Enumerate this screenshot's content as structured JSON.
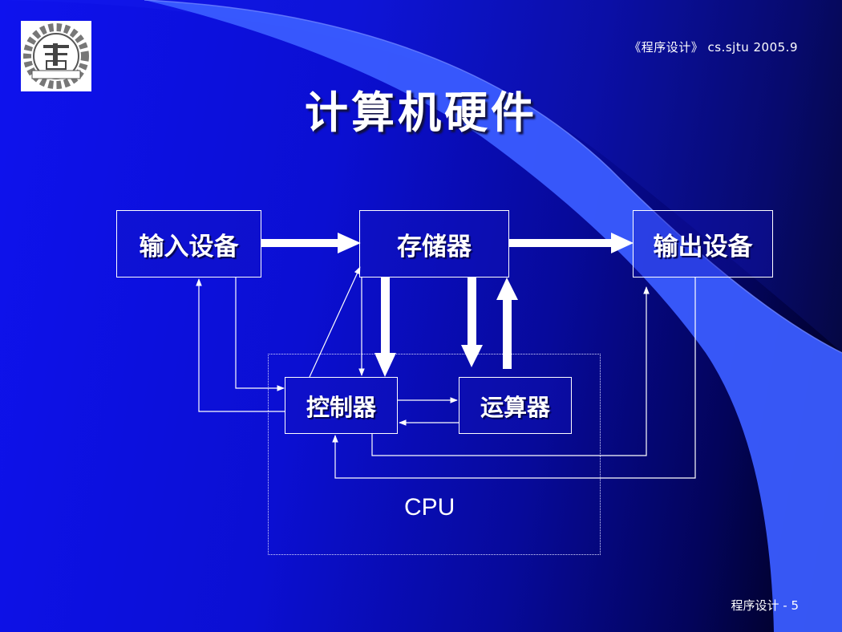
{
  "header": {
    "course_note": "《程序设计》 cs.sjtu  2005.9"
  },
  "title": "计算机硬件",
  "nodes": {
    "input": "输入设备",
    "memory": "存储器",
    "output": "输出设备",
    "controller": "控制器",
    "alu": "运算器"
  },
  "cpu_label": "CPU",
  "footer": {
    "page": "程序设计 - 5"
  },
  "colors": {
    "background_start": "#0e12ee",
    "background_end": "#000012",
    "accent_sweep": "#3a5cff",
    "line": "#ffffff"
  },
  "logo_icon": "university-gear-emblem-icon"
}
